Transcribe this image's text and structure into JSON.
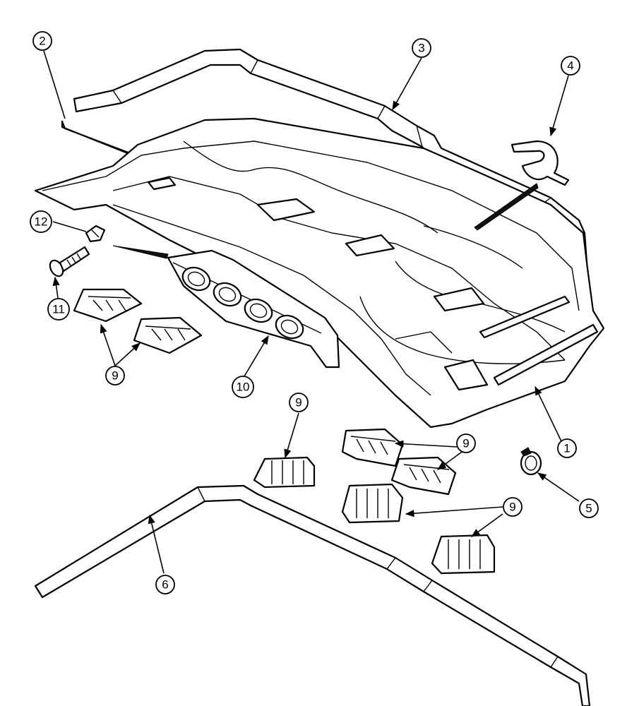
{
  "callouts": [
    {
      "id": "c1",
      "label": "1"
    },
    {
      "id": "c2",
      "label": "2"
    },
    {
      "id": "c3",
      "label": "3"
    },
    {
      "id": "c4",
      "label": "4"
    },
    {
      "id": "c5",
      "label": "5"
    },
    {
      "id": "c6",
      "label": "6"
    },
    {
      "id": "c9a",
      "label": "9"
    },
    {
      "id": "c9b",
      "label": "9"
    },
    {
      "id": "c9c",
      "label": "9"
    },
    {
      "id": "c9d",
      "label": "9"
    },
    {
      "id": "c10",
      "label": "10"
    },
    {
      "id": "c11",
      "label": "11"
    },
    {
      "id": "c12",
      "label": "12"
    }
  ]
}
